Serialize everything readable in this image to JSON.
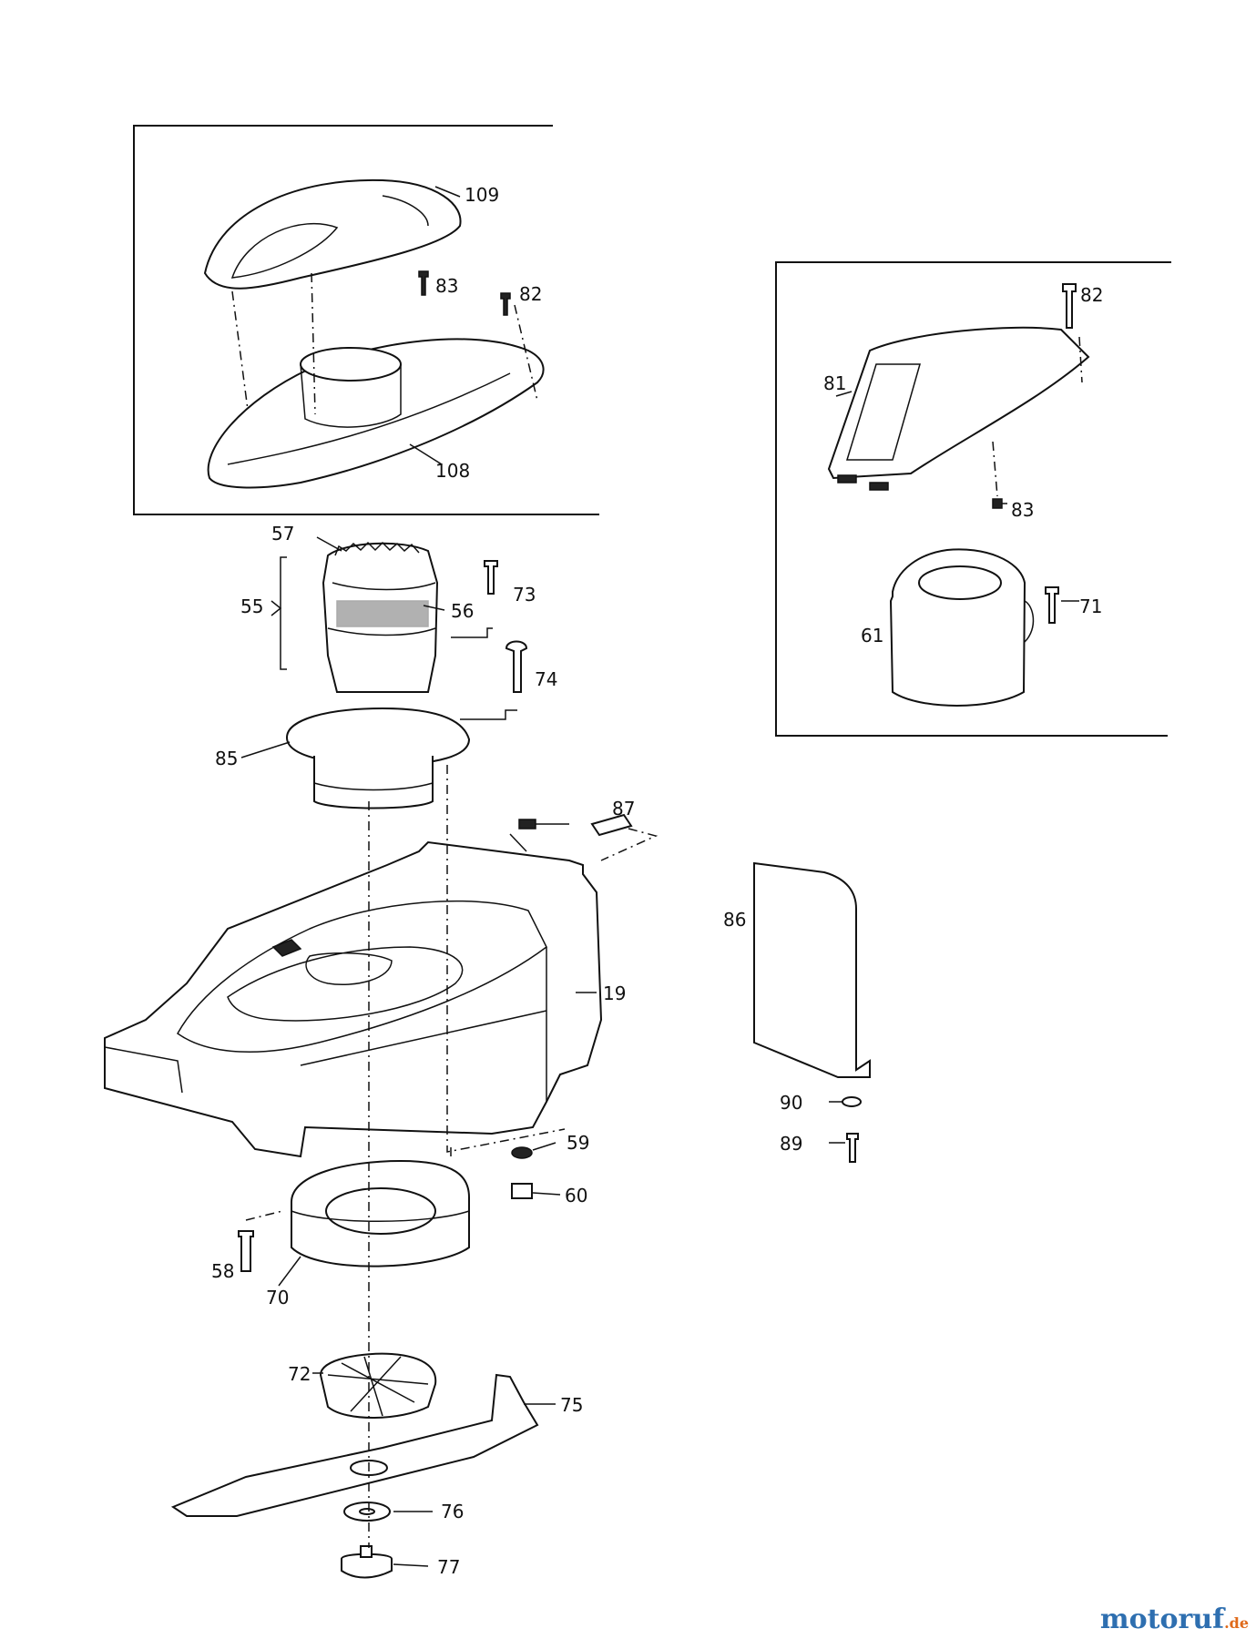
{
  "parts": {
    "p109": "109",
    "p83a": "83",
    "p82a": "82",
    "p108": "108",
    "p82b": "82",
    "p81": "81",
    "p83b": "83",
    "p61": "61",
    "p71": "71",
    "p57": "57",
    "p55": "55",
    "p56": "56",
    "p73": "73",
    "p74": "74",
    "p85": "85",
    "p87": "87",
    "p86": "86",
    "p19": "19",
    "p90": "90",
    "p89": "89",
    "p59": "59",
    "p60": "60",
    "p58": "58",
    "p70": "70",
    "p72": "72",
    "p75": "75",
    "p76": "76",
    "p77": "77"
  },
  "watermark": {
    "brand": "motoruf",
    "suffix": ".de"
  }
}
